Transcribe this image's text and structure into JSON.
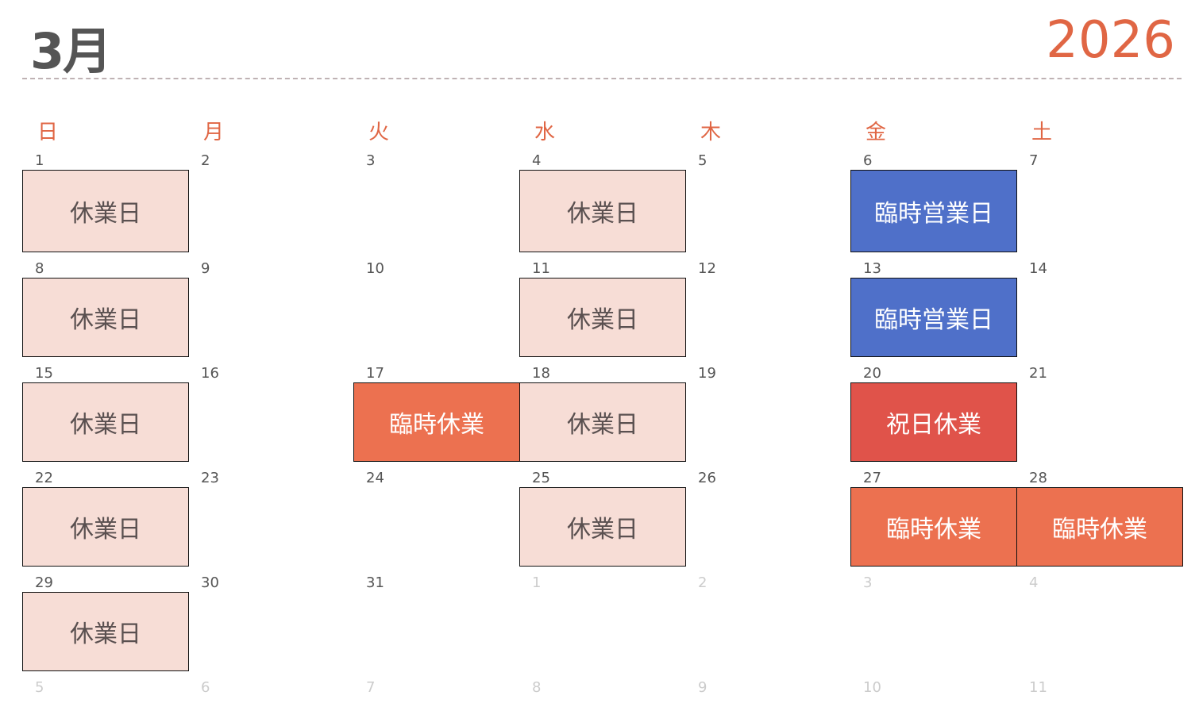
{
  "header": {
    "month": "3月",
    "year": "2026"
  },
  "weekdays": [
    "日",
    "月",
    "火",
    "水",
    "木",
    "金",
    "土"
  ],
  "event_styles": {
    "休業日": {
      "bg": "#f7ddd6",
      "fg": "#5a5050"
    },
    "臨時営業日": {
      "bg": "#4f70c9",
      "fg": "#ffffff"
    },
    "臨時休業": {
      "bg": "#ec7150",
      "fg": "#ffffff"
    },
    "祝日休業": {
      "bg": "#e0534a",
      "fg": "#ffffff"
    }
  },
  "weeks": [
    [
      {
        "day": "1",
        "event": "休業日"
      },
      {
        "day": "2"
      },
      {
        "day": "3"
      },
      {
        "day": "4",
        "event": "休業日"
      },
      {
        "day": "5"
      },
      {
        "day": "6",
        "event": "臨時営業日"
      },
      {
        "day": "7"
      }
    ],
    [
      {
        "day": "8",
        "event": "休業日"
      },
      {
        "day": "9"
      },
      {
        "day": "10"
      },
      {
        "day": "11",
        "event": "休業日"
      },
      {
        "day": "12"
      },
      {
        "day": "13",
        "event": "臨時営業日"
      },
      {
        "day": "14"
      }
    ],
    [
      {
        "day": "15",
        "event": "休業日"
      },
      {
        "day": "16"
      },
      {
        "day": "17",
        "event": "臨時休業"
      },
      {
        "day": "18",
        "event": "休業日"
      },
      {
        "day": "19"
      },
      {
        "day": "20",
        "event": "祝日休業"
      },
      {
        "day": "21"
      }
    ],
    [
      {
        "day": "22",
        "event": "休業日"
      },
      {
        "day": "23"
      },
      {
        "day": "24"
      },
      {
        "day": "25",
        "event": "休業日"
      },
      {
        "day": "26"
      },
      {
        "day": "27",
        "event": "臨時休業"
      },
      {
        "day": "28",
        "event": "臨時休業"
      }
    ],
    [
      {
        "day": "29",
        "event": "休業日"
      },
      {
        "day": "30"
      },
      {
        "day": "31"
      },
      {
        "day": "1",
        "other": true
      },
      {
        "day": "2",
        "other": true
      },
      {
        "day": "3",
        "other": true
      },
      {
        "day": "4",
        "other": true
      }
    ],
    [
      {
        "day": "5",
        "other": true
      },
      {
        "day": "6",
        "other": true
      },
      {
        "day": "7",
        "other": true
      },
      {
        "day": "8",
        "other": true
      },
      {
        "day": "9",
        "other": true
      },
      {
        "day": "10",
        "other": true
      },
      {
        "day": "11",
        "other": true
      }
    ]
  ]
}
